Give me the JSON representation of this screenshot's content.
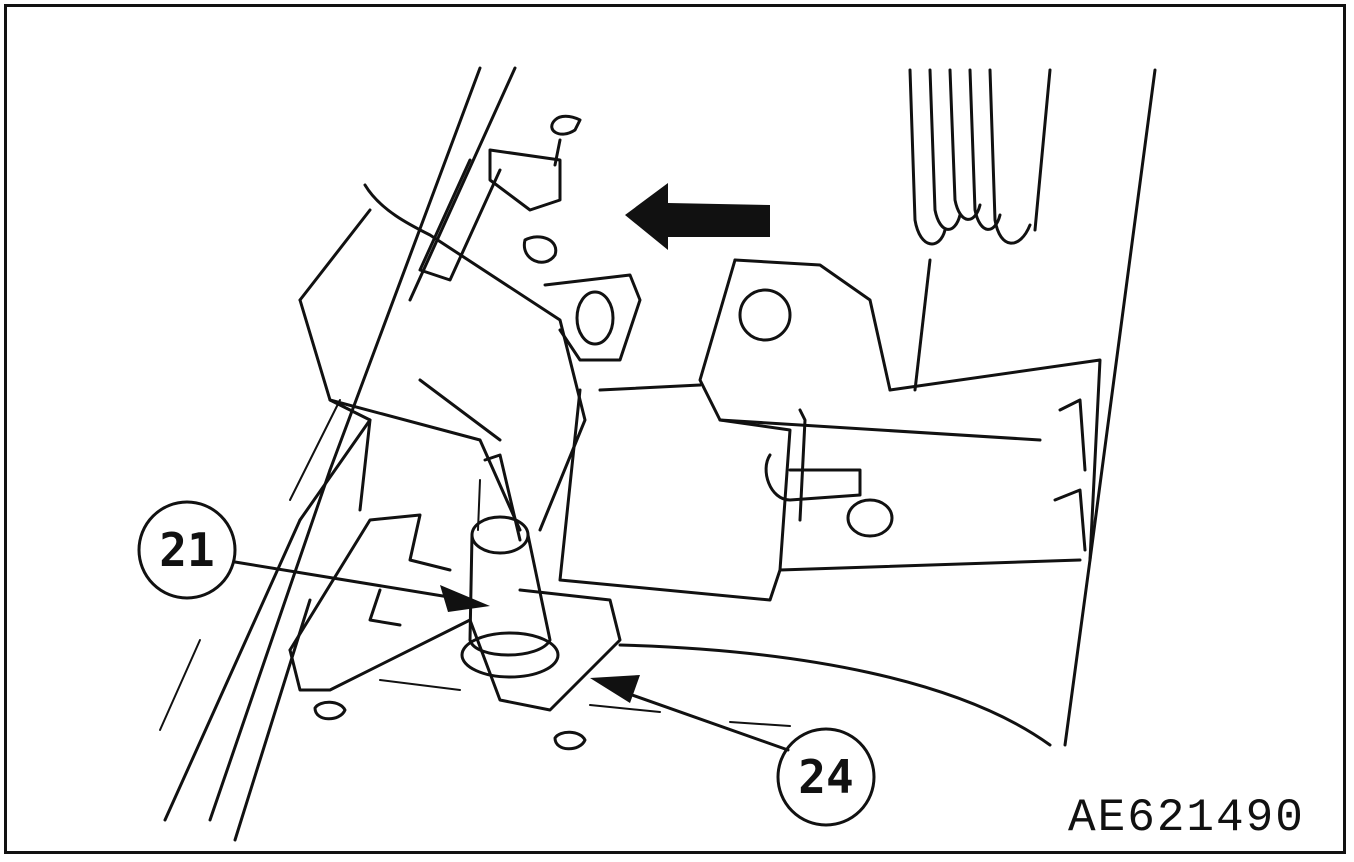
{
  "figure": {
    "code": "AE621490",
    "callouts": [
      {
        "id": "callout-21",
        "label": "21"
      },
      {
        "id": "callout-24",
        "label": "24"
      }
    ],
    "arrow": {
      "direction": "left"
    }
  },
  "colors": {
    "ink": "#111111",
    "paper": "#ffffff"
  }
}
